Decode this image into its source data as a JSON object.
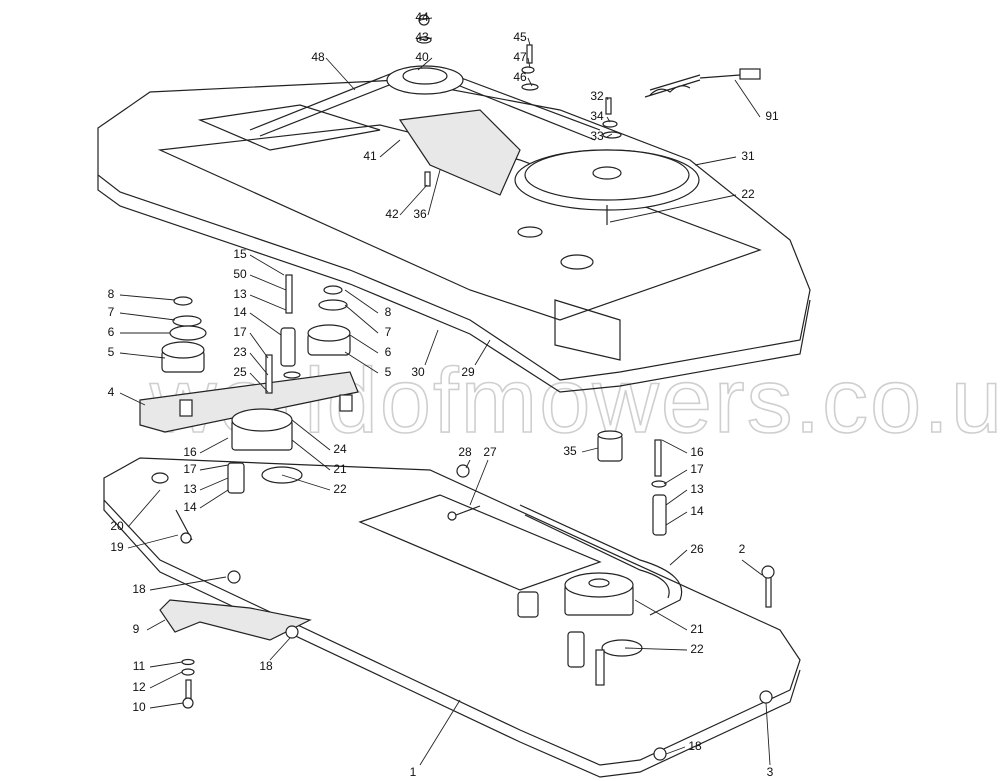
{
  "diagram": {
    "title": "Exploded parts diagram - deck and transmission plate",
    "watermark": "worldofmowers.co.uk",
    "callouts": [
      "44",
      "43",
      "40",
      "48",
      "45",
      "47",
      "46",
      "32",
      "34",
      "33",
      "91",
      "31",
      "41",
      "42",
      "36",
      "22",
      "15",
      "50",
      "13",
      "14",
      "17",
      "23",
      "25",
      "8",
      "7",
      "6",
      "5",
      "4",
      "8",
      "7",
      "6",
      "5",
      "30",
      "29",
      "16",
      "17",
      "13",
      "14",
      "24",
      "21",
      "22",
      "28",
      "27",
      "35",
      "16",
      "17",
      "13",
      "14",
      "26",
      "20",
      "19",
      "2",
      "18",
      "9",
      "21",
      "22",
      "18",
      "11",
      "12",
      "10",
      "1",
      "18",
      "3"
    ]
  }
}
